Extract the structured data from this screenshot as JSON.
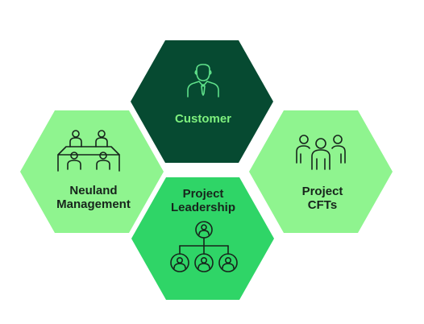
{
  "hexagons": {
    "customer": {
      "label": "Customer",
      "fill": "#064a31",
      "text_color": "#7ef07e",
      "icon": "person-with-tie-icon"
    },
    "neuland": {
      "label_line1": "Neuland",
      "label_line2": "Management",
      "fill": "#8ff48f",
      "icon": "meeting-table-icon"
    },
    "project_leadership": {
      "label_line1": "Project",
      "label_line2": "Leadership",
      "fill": "#2fd567",
      "icon": "org-chart-icon"
    },
    "project_cfts": {
      "label_line1": "Project",
      "label_line2": "CFTs",
      "fill": "#8ff48f",
      "icon": "team-group-icon"
    }
  },
  "colors": {
    "background": "#ffffff",
    "icon_stroke": "#17251c",
    "dark_icon_stroke": "#5fe08a"
  }
}
